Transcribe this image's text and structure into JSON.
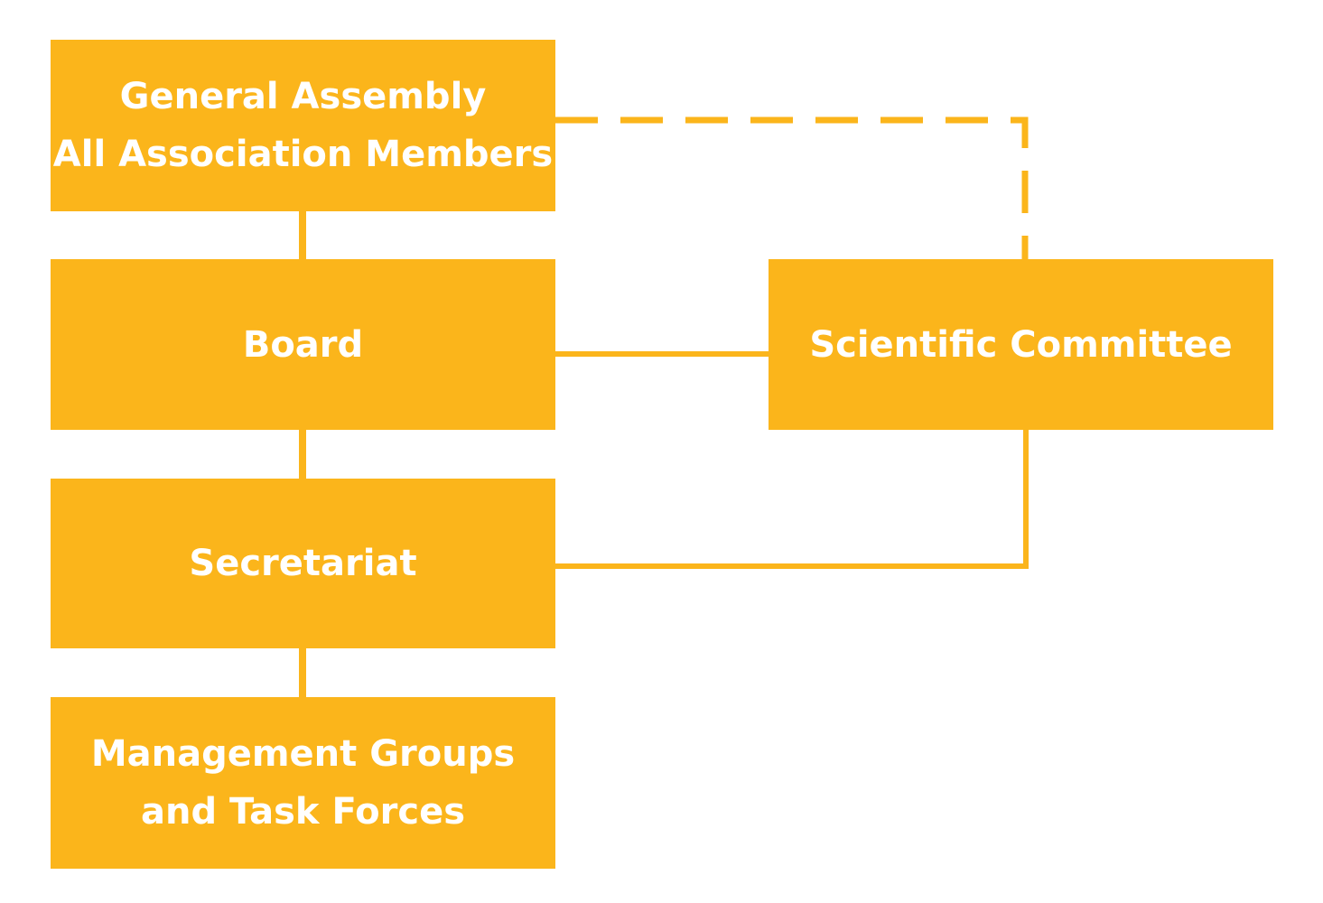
{
  "colors": {
    "box_fill": "#FBB51B",
    "box_text": "#FFFFFF",
    "connector": "#FBB51B",
    "background": "#FFFFFF"
  },
  "nodes": {
    "general_assembly": {
      "line1": "General Assembly",
      "line2": "All Association Members"
    },
    "board": {
      "label": "Board"
    },
    "secretariat": {
      "label": "Secretariat"
    },
    "management_groups": {
      "line1": "Management Groups",
      "line2": "and Task Forces"
    },
    "scientific_committee": {
      "label": "Scientific Committee"
    }
  },
  "edges": [
    {
      "from": "general_assembly",
      "to": "board",
      "style": "solid"
    },
    {
      "from": "board",
      "to": "secretariat",
      "style": "solid"
    },
    {
      "from": "secretariat",
      "to": "management_groups",
      "style": "solid"
    },
    {
      "from": "board",
      "to": "scientific_committee",
      "style": "solid"
    },
    {
      "from": "secretariat",
      "to": "scientific_committee",
      "style": "solid"
    },
    {
      "from": "general_assembly",
      "to": "scientific_committee",
      "style": "dashed"
    }
  ]
}
